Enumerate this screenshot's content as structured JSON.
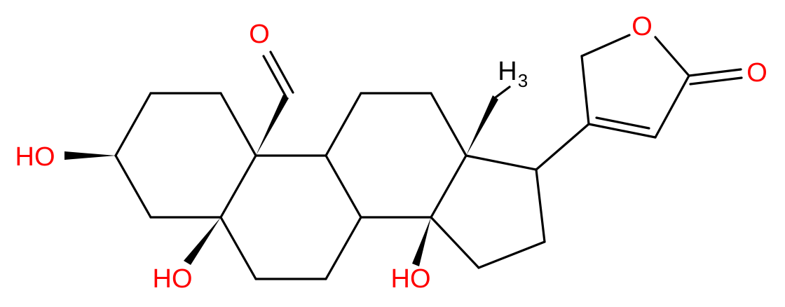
{
  "colors": {
    "bond": "#000000",
    "oxygen": "#ff0000",
    "carbon_label": "#000000"
  },
  "atom_labels": {
    "aldehyde_o": "O",
    "lactone_ring_o": "O",
    "carbonyl_o": "O",
    "ho_c3": "HO",
    "ho_c5": "HO",
    "ho_c14": "HO",
    "methyl_h": "H",
    "methyl_sub": "3"
  }
}
